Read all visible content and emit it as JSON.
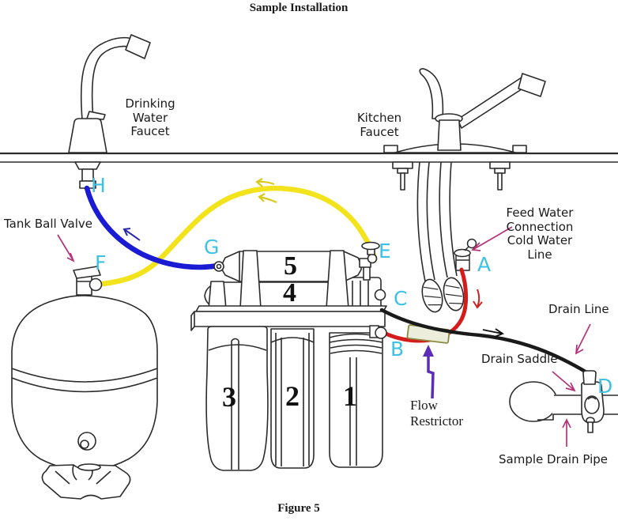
{
  "title": "Sample Installation",
  "caption": "Figure 5",
  "labels": {
    "drinking_faucet": "Drinking\nWater\nFaucet",
    "kitchen_faucet": "Kitchen\nFaucet",
    "tank_ball_valve": "Tank Ball Valve",
    "feed_water": "Feed Water\nConnection\nCold Water Line",
    "drain_line": "Drain Line",
    "drain_saddle": "Drain Saddle",
    "flow_restrictor": "Flow\nRestrictor",
    "sample_drain_pipe": "Sample Drain Pipe"
  },
  "connection_points": {
    "a": "A",
    "b": "B",
    "c": "C",
    "d": "D",
    "e": "E",
    "f": "F",
    "g": "G",
    "h": "H"
  },
  "filter_stages": {
    "s1": "1",
    "s2": "2",
    "s3": "3",
    "s4": "4",
    "s5": "5"
  },
  "colors": {
    "connection_letter": "#3ec1e5",
    "tube_blue": "#1b1bd4",
    "tube_yellow": "#f2e31c",
    "tube_red": "#d41c1c",
    "tube_drain_black": "#1a1a1a",
    "pointer_magenta": "#b23478",
    "pointer_purple": "#5c2eb8",
    "flow_restrictor_fill": "#ededdb"
  }
}
